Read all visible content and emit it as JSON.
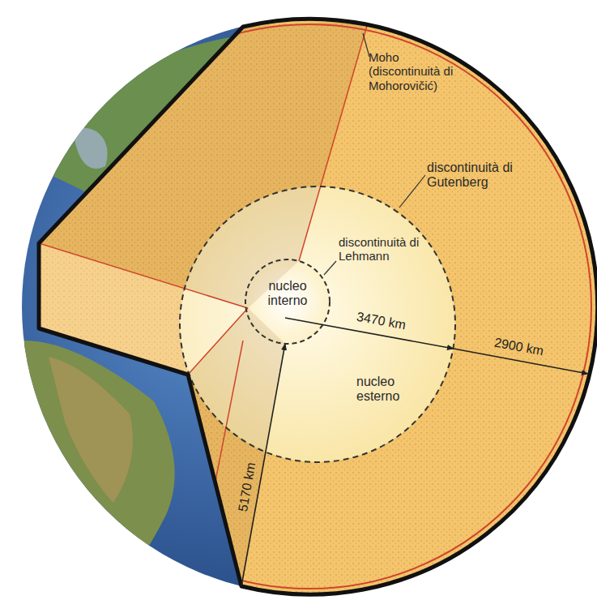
{
  "diagram": {
    "nodes": [
      {
        "text": [
          "nucleo esterno"
        ]
      },
      {
        "text": [
          "nucleo interno"
        ],
        "in": 0
      }
    ],
    "labels": [
      "Moho (discontinuità di Mohorovičić)",
      "discontinuità di Gutenberg",
      "discontinuità di Lehmann",
      "3470 km",
      "2900 km",
      "5170 km"
    ]
  }
}
